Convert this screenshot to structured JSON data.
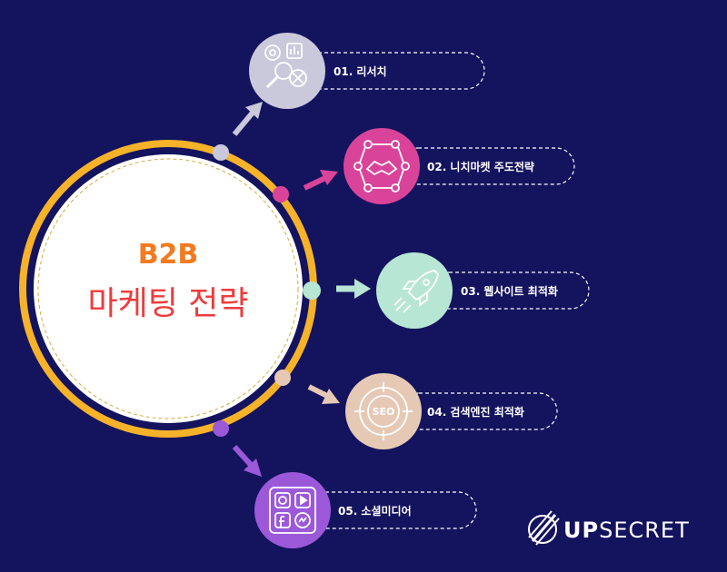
{
  "center": {
    "line1": "B2B",
    "line2": "마케팅 전략"
  },
  "steps": [
    {
      "label": "01. 리서치",
      "icon": "research-icon",
      "color": "#c9c9db"
    },
    {
      "label": "02. 니치마켓 주도전략",
      "icon": "handshake-network-icon",
      "color": "#d9449a"
    },
    {
      "label": "03. 웹사이트 최적화",
      "icon": "rocket-icon",
      "color": "#b8e6d4"
    },
    {
      "label": "04. 검색엔진 최적화",
      "icon": "seo-target-icon",
      "color": "#e6c9b5"
    },
    {
      "label": "05. 소셜미디어",
      "icon": "social-media-icon",
      "color": "#9b59d9"
    }
  ],
  "seo_icon_text": "SEO",
  "brand": {
    "name_bold": "UP",
    "name_light": "SECRET"
  }
}
